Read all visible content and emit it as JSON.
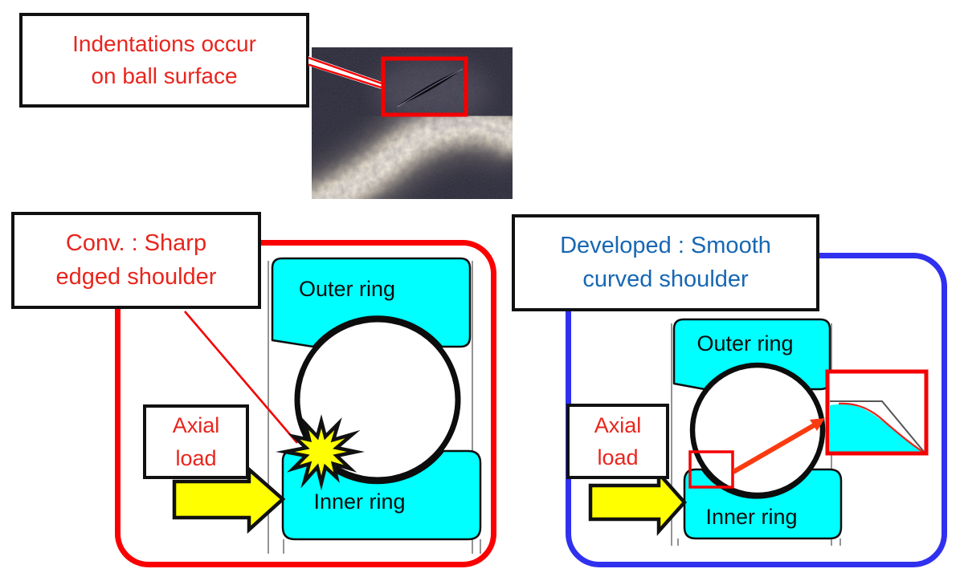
{
  "top_callout": {
    "line1": "Indentations occur",
    "line2": "on ball surface"
  },
  "left_panel": {
    "title_line1": "Conv. : Sharp",
    "title_line2": "edged shoulder",
    "outer_ring": "Outer ring",
    "inner_ring": "Inner ring",
    "axial_load_line1": "Axial",
    "axial_load_line2": "load"
  },
  "right_panel": {
    "title_line1": "Developed : Smooth",
    "title_line2": "curved shoulder",
    "outer_ring": "Outer ring",
    "inner_ring": "Inner ring",
    "axial_load_line1": "Axial",
    "axial_load_line2": "load"
  },
  "colors": {
    "conventional_frame_red": "#FA0000",
    "developed_frame_blue": "#3030EF",
    "highlight_red": "#F50002",
    "text_red": "#E8251D",
    "text_blue": "#1767B3",
    "ring_fill_cyan": "#00FFFF",
    "load_arrow_yellow": "#FFFF00",
    "magnify_arrow_orange": "#FA3B10"
  }
}
